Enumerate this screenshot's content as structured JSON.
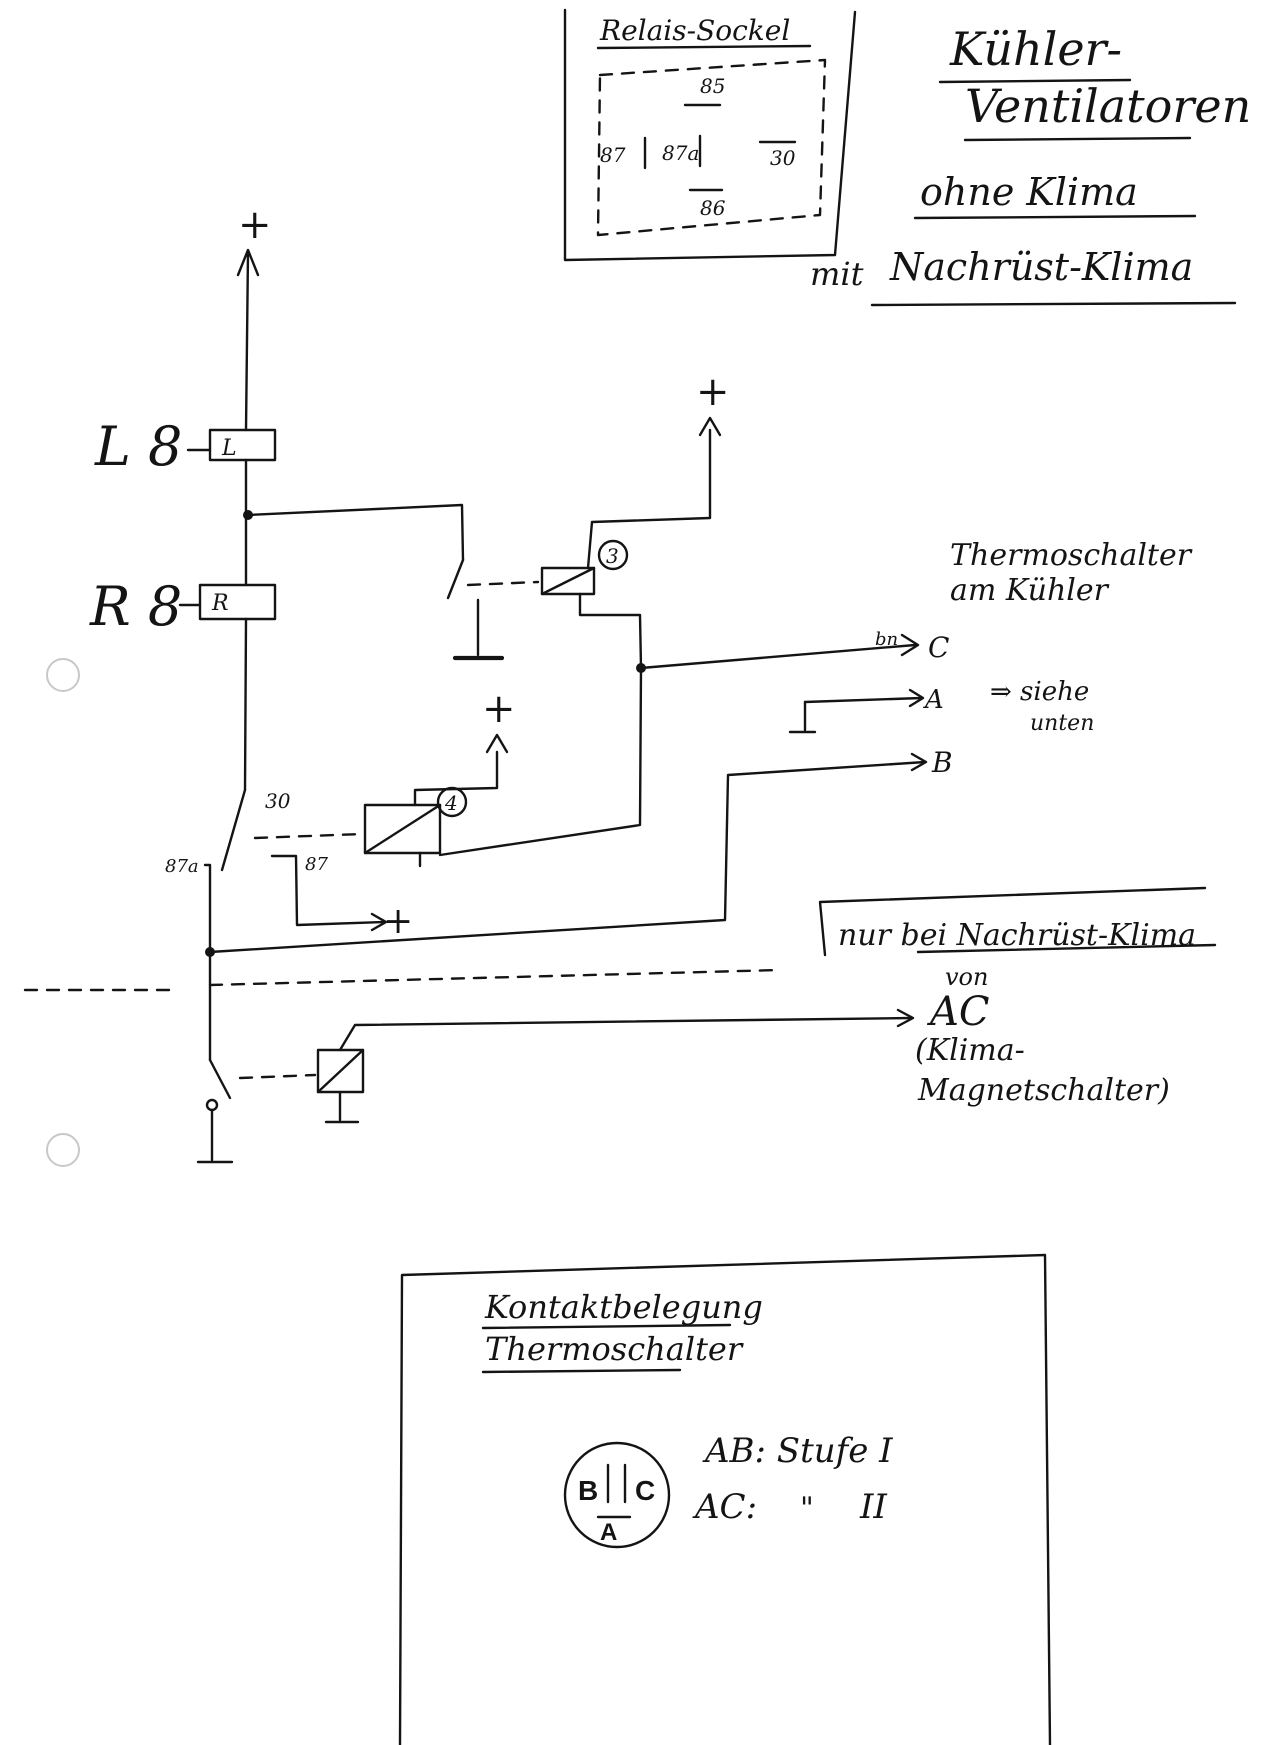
{
  "title": {
    "line1": "Kühler-",
    "line2": "Ventilatoren",
    "variant1": "ohne Klima",
    "variant2_prefix": "mit",
    "variant2": "Nachrüst-Klima"
  },
  "relay_socket": {
    "title": "Relais-Sockel",
    "pin_85": "85",
    "pin_87": "87",
    "pin_87a": "87a",
    "pin_30": "30",
    "pin_86": "86"
  },
  "circuit": {
    "supply": "+",
    "fuse_left_label": "L 8",
    "fuse_left_code": "L",
    "fuse_right_label": "R 8",
    "fuse_right_code": "R",
    "relay3_number": "3",
    "relay4_number": "4",
    "pin_30": "30",
    "pin_87a": "87a",
    "pin_87": "87",
    "wire_color": "bn",
    "terminal_c": "C",
    "terminal_a": "A",
    "terminal_b": "B",
    "see_below_line1": "⇒ siehe",
    "see_below_line2": "unten",
    "thermo_line1": "Thermoschalter",
    "thermo_line2": "am Kühler"
  },
  "retrofit": {
    "label": "nur bei Nachrüst-Klima",
    "from": "von",
    "ac": "AC",
    "ac_desc_line1": "(Klima-",
    "ac_desc_line2": "Magnetschalter)"
  },
  "pinout": {
    "title_line1": "Kontaktbelegung",
    "title_line2": "Thermoschalter",
    "pin_b": "B",
    "pin_c": "C",
    "pin_a": "A",
    "row1": "AB: Stufe I",
    "row2_pins": "AC:",
    "row2_ditto": "\"",
    "row2_level": "II"
  }
}
